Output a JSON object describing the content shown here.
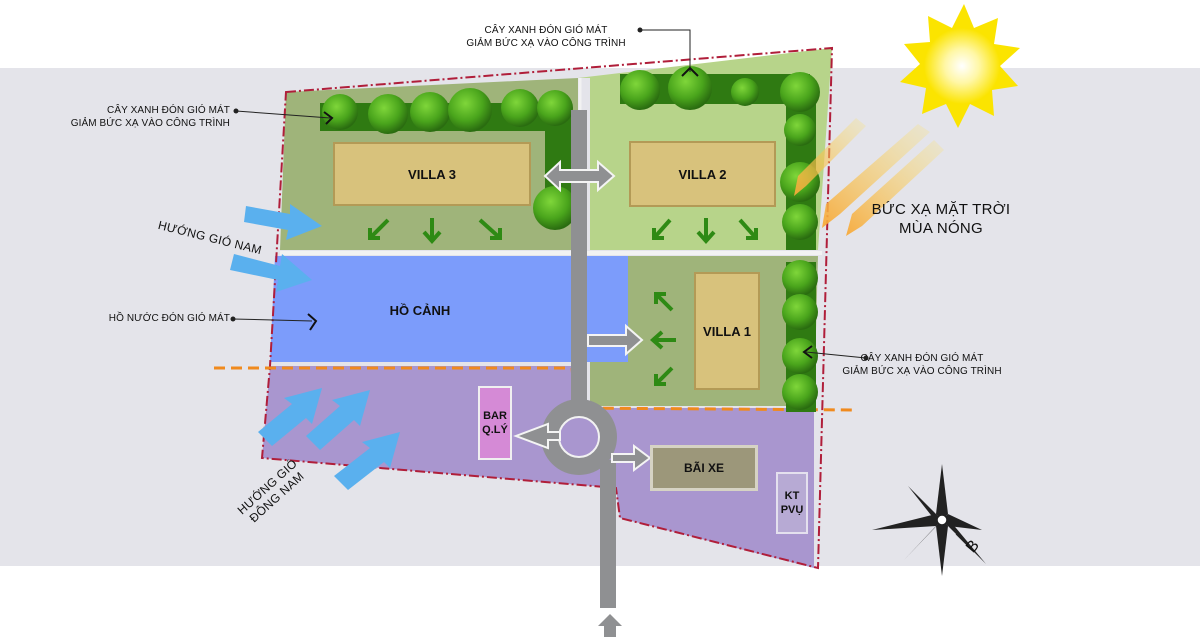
{
  "buildings": {
    "villa3": "VILLA 3",
    "villa2": "VILLA 2",
    "villa1": "VILLA 1",
    "pond": "HỒ CẢNH",
    "bar_line1": "BAR",
    "bar_line2": "Q.LÝ",
    "parking": "BÃI XE",
    "kt_line1": "KT",
    "kt_line2": "PVỤ"
  },
  "annotations": {
    "top_line1": "CÂY XANH ĐÓN GIÓ MÁT",
    "top_line2": "GIẢM BỨC XẠ VÀO CÔNG TRÌNH",
    "left_line1": "CÂY XANH ĐÓN GIÓ MÁT",
    "left_line2": "GIẢM BỨC XẠ VÀO CÔNG TRÌNH",
    "pond_note": "HỒ NƯỚC ĐÓN GIÓ MÁT",
    "right_line1": "CÂY XANH ĐÓN GIÓ MÁT",
    "right_line2": "GIẢM BỨC XẠ VÀO CÔNG TRÌNH"
  },
  "wind": {
    "south": "HƯỚNG GIÓ NAM",
    "southeast_line1": "HƯỚNG GIÓ",
    "southeast_line2": "ĐÔNG NAM"
  },
  "sun": {
    "line1": "BỨC XẠ MẶT TRỜI",
    "line2": "MÙA NÓNG"
  },
  "compass": {
    "label": "B"
  },
  "colors": {
    "background_band": "#e4e4ea",
    "site_green_dark": "#9fb47a",
    "site_green_light": "#b7d48a",
    "pond": "#7c9cfb",
    "service_zone": "#a996cf",
    "road": "#8f9092",
    "tree": "#4aa51c",
    "tree_dark": "#2f7a12",
    "wind_arrow": "#5ab0ee",
    "sun_rays": "#f7c24a",
    "boundary": "#b01e3a",
    "dashed_line": "#f08a1e",
    "villa": "#d8c27c",
    "parking": "#9c977a"
  }
}
